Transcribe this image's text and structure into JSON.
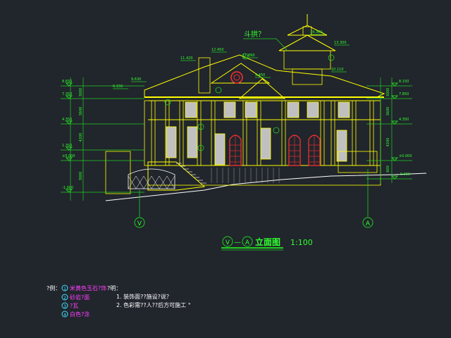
{
  "colors": {
    "background": "#21252c",
    "structure": "#ffff00",
    "dims": "#20d020",
    "axis": "#20d020",
    "window": "#ff3030",
    "glass": "#c0c0c0",
    "white": "#ffffff",
    "magenta": "#ff40ff",
    "cyan": "#40e0ff",
    "text_green": "#30ff30"
  },
  "title": {
    "axis_from": "V",
    "separator": "—",
    "axis_to": "A",
    "name": "立面图",
    "scale": "1:100"
  },
  "roof_annotation": "斗拱？",
  "axes": {
    "left": "V",
    "right": "A"
  },
  "elevations_left": [
    "8.650",
    "7.350",
    "4.350",
    "1.350",
    "±0.000",
    "-1.000"
  ],
  "elevations_right": [
    "8.150",
    "7.850",
    "4.350",
    "±0.000",
    "-0.600"
  ],
  "dims_left": [
    "3000",
    "3600",
    "4200",
    "3000"
  ],
  "dims_right": [
    "3000",
    "3600",
    "4200",
    "600"
  ],
  "elevations_top": [
    "14.300",
    "13.300",
    "11.420",
    "12.450",
    "11.890",
    "10.110",
    "9.450",
    "9.630",
    "6.150"
  ],
  "legend": {
    "heading": "?例：",
    "items": [
      {
        "mark": "1",
        "text": "米黄色玉石?饰"
      },
      {
        "mark": "2",
        "text": "砂岩?面"
      },
      {
        "mark": "3",
        "text": "?瓦"
      },
      {
        "mark": "4",
        "text": "白色?涂"
      }
    ]
  },
  "notes": {
    "heading": "?明：",
    "items": [
      "1. 装饰面??施设?说？",
      "2. 色彩需??人??后方可施工 °"
    ]
  }
}
